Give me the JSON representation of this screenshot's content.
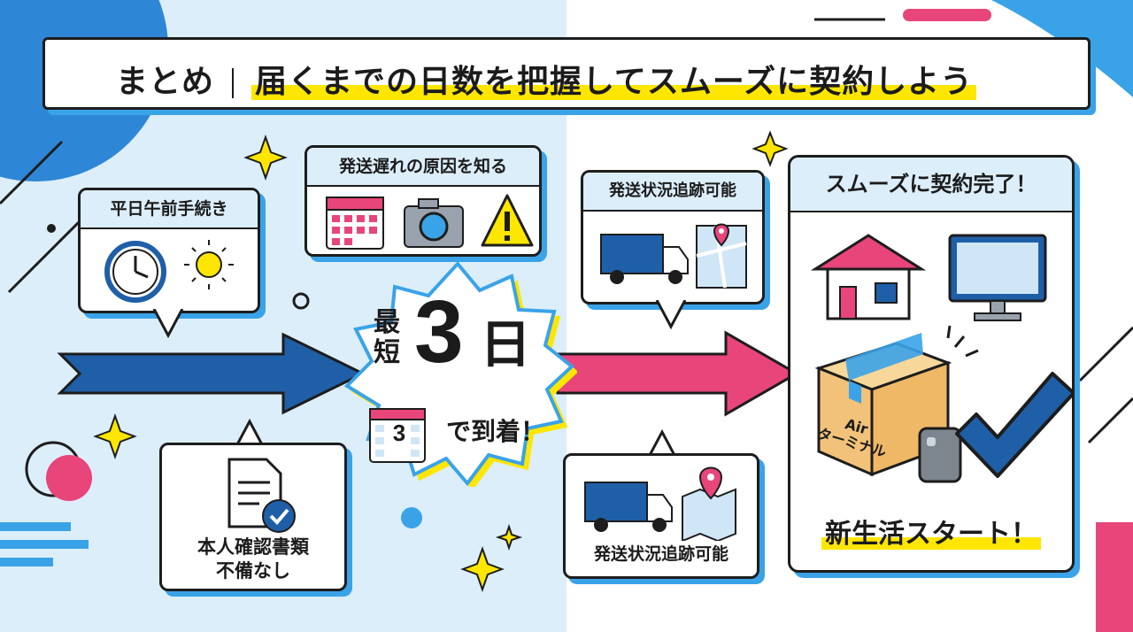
{
  "title": {
    "prefix": "まとめ",
    "main": "届くまでの日数を把握してスムーズに契約しよう"
  },
  "steps": {
    "weekday": "平日午前手続き",
    "delay_cause": "発送遅れの原因を知る",
    "tracking_top": "発送状況追跡可能",
    "documents_line1": "本人確認書類",
    "documents_line2": "不備なし",
    "tracking_bottom": "発送状況追跡可能"
  },
  "center": {
    "prefix_top": "最",
    "prefix_bottom": "短",
    "number": "3",
    "unit": "日",
    "calendar_number": "3",
    "suffix": "で到着！"
  },
  "final": {
    "head": "スムーズに契約完了！",
    "box_label_line1": "Air",
    "box_label_line2": "ターミナル",
    "bottom": "新生活スタート！"
  },
  "colors": {
    "accent_blue": "#3aa3e8",
    "navy": "#1f5fa8",
    "pink": "#e8457a",
    "yellow": "#ffe600",
    "light_blue_bg": "#dceefa"
  }
}
